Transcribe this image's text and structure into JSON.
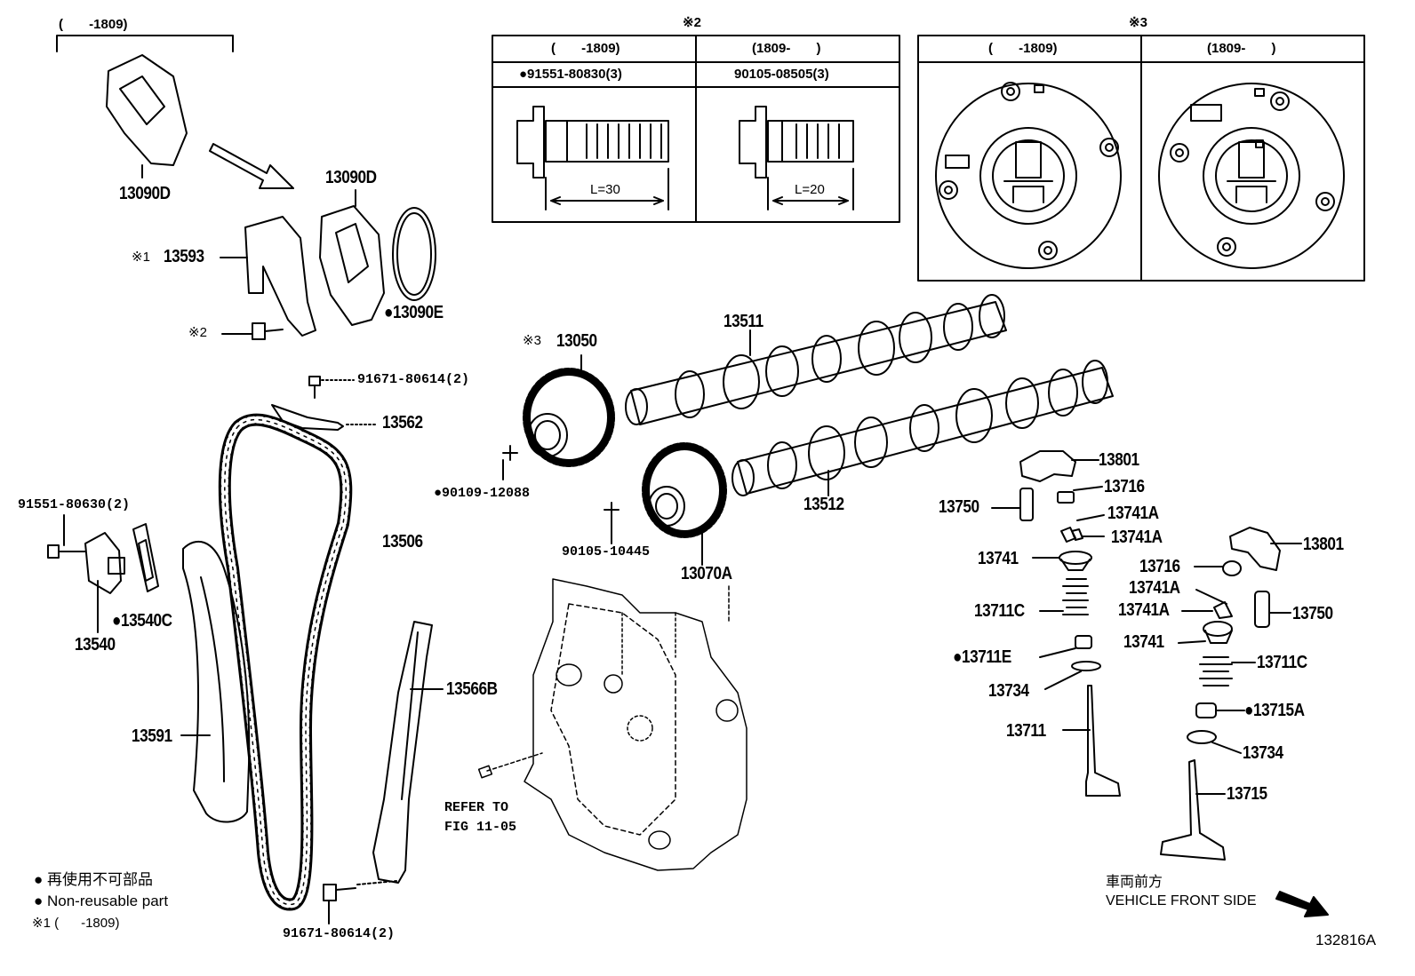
{
  "top_bracket": "(       -1809)",
  "box2": {
    "mark": "※2",
    "col1_header": "(       -1809)",
    "col2_header": "(1809-       )",
    "col1_part": "●91551-80830(3)",
    "col2_part": "90105-08505(3)",
    "col1_length": "L=30",
    "col2_length": "L=20"
  },
  "box3": {
    "mark": "※3",
    "col1_header": "(       -1809)",
    "col2_header": "(1809-       )"
  },
  "labels": {
    "p13090D_a": "13090D",
    "p13090D_b": "13090D",
    "p13593": "13593",
    "mark_x1": "※1",
    "mark_x2": "※2",
    "p13090E": "●13090E",
    "p91671_top": "91671-80614(2)",
    "p13562": "13562",
    "mark_x3": "※3",
    "p13050": "13050",
    "p13511": "13511",
    "p90109": "●90109-12088",
    "p90105": "90105-10445",
    "p13070A": "13070A",
    "p13512": "13512",
    "p13506": "13506",
    "p91551_80630": "91551-80630(2)",
    "p13540C": "●13540C",
    "p13540": "13540",
    "p13591": "13591",
    "p13566B": "13566B",
    "refer1": "REFER TO",
    "refer2": "FIG 11-05",
    "p91671_bot": "91671-80614(2)",
    "p13801_a": "13801",
    "p13716_a": "13716",
    "p13750_a": "13750",
    "p13741A_a": "13741A",
    "p13741A_b": "13741A",
    "p13741_a": "13741",
    "p13711C_a": "13711C",
    "p13711E": "●13711E",
    "p13734_a": "13734",
    "p13711": "13711",
    "p13801_b": "13801",
    "p13716_b": "13716",
    "p13741A_c": "13741A",
    "p13741A_d": "13741A",
    "p13750_b": "13750",
    "p13741_b": "13741",
    "p13711C_b": "13711C",
    "p13715A": "●13715A",
    "p13734_b": "13734",
    "p13715": "13715"
  },
  "legend": {
    "jp": "● 再使用不可部品",
    "en": "● Non-reusable part",
    "note": "※1 (      -1809)"
  },
  "front": {
    "jp": "車両前方",
    "en": "VEHICLE FRONT SIDE"
  },
  "figure_id": "132816A"
}
